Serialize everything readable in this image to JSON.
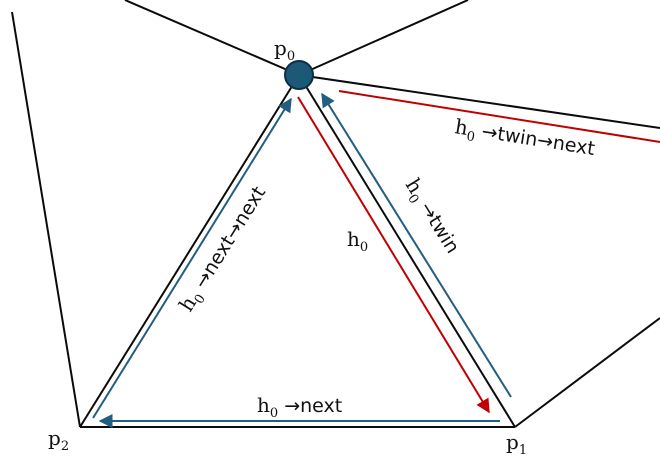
{
  "vertices": {
    "p0": {
      "base": "p",
      "sub": "0"
    },
    "p1": {
      "base": "p",
      "sub": "1"
    },
    "p2": {
      "base": "p",
      "sub": "2"
    }
  },
  "halfedges": {
    "h0": {
      "base": "h",
      "sub": "0"
    },
    "h0_twin": {
      "base": "h",
      "sub": "0",
      "suffix": " →twin"
    },
    "h0_next": {
      "base": "h",
      "sub": "0",
      "suffix": " →next"
    },
    "h0_next_next": {
      "base": "h",
      "sub": "0",
      "suffix": " →next→next"
    },
    "h0_twin_next": {
      "base": "h",
      "sub": "0",
      "suffix": " →twin→next"
    }
  },
  "colors": {
    "edge": "#0b0b0b",
    "vertex_fill": "#1c5878",
    "vertex_stroke": "#0e2f44",
    "blue_arrow": "#215e80",
    "red_arrow": "#c00000"
  }
}
